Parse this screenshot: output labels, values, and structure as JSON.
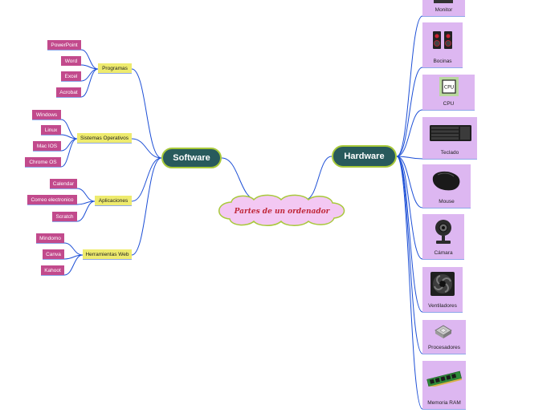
{
  "center": {
    "title": "Partes de un ordenador"
  },
  "software": {
    "label": "Software",
    "groups": [
      {
        "name": "Programas",
        "items": [
          "PowerPoint",
          "Word",
          "Excel",
          "Acrobat"
        ]
      },
      {
        "name": "Sistemas Operativos",
        "items": [
          "Windows",
          "Linux",
          "Mac IOS",
          "Chrome  OS"
        ]
      },
      {
        "name": "Aplicaciones",
        "items": [
          "Calendar",
          "Correo electronico",
          "Scratch"
        ]
      },
      {
        "name": "Herramientas Web",
        "items": [
          "Mindomo",
          "Canva",
          "Kahoot"
        ]
      }
    ]
  },
  "hardware": {
    "label": "Hardware",
    "items": [
      {
        "label": "Monitor",
        "icon": "monitor-icon"
      },
      {
        "label": "Bocinas",
        "icon": "speakers-icon"
      },
      {
        "label": "CPU",
        "icon": "cpu-icon",
        "chip_text": "CPU"
      },
      {
        "label": "Teclado",
        "icon": "keyboard-icon"
      },
      {
        "label": "Mouse",
        "icon": "mouse-icon"
      },
      {
        "label": "Cámara",
        "icon": "webcam-icon"
      },
      {
        "label": "Ventiladores",
        "icon": "fan-icon"
      },
      {
        "label": "Procesadores",
        "icon": "processor-icon"
      },
      {
        "label": "Memoria RAM",
        "icon": "ram-icon"
      }
    ]
  },
  "colors": {
    "branch_fill": "#285a5c",
    "branch_border": "#a8c93a",
    "connector": "#1d4fd6",
    "cloud_fill": "#f3c8f3",
    "cloud_stroke": "#a8c93a",
    "group_fill": "#eeeb6e",
    "leaf_fill": "#c24a8c",
    "hardware_card": "#ddb7f1",
    "title_text": "#c0283a"
  }
}
